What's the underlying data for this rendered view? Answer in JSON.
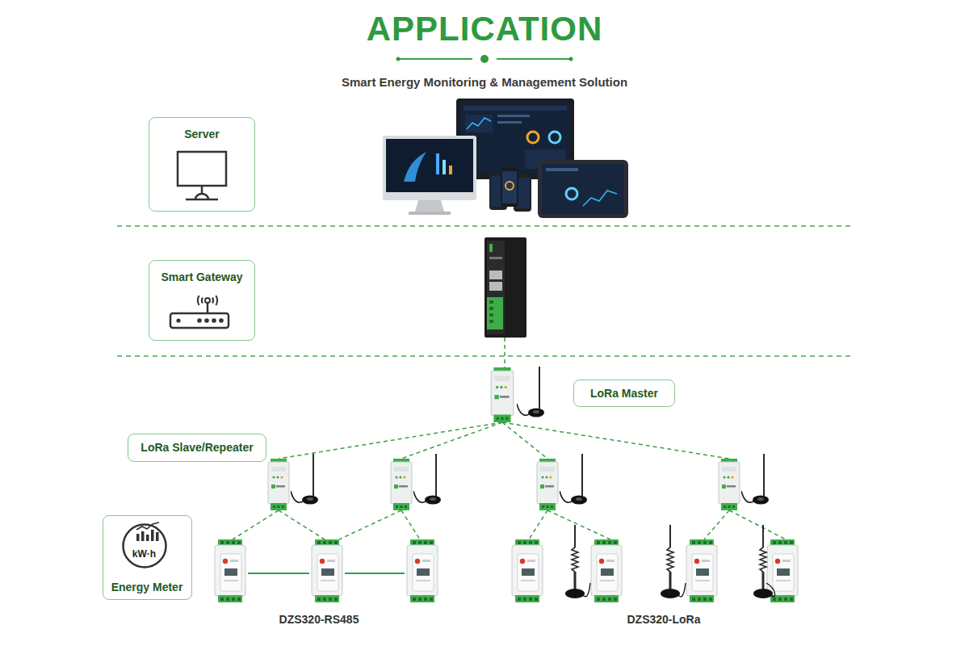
{
  "diagram": {
    "title": "APPLICATION",
    "nodes": [
      {
        "text": [
          "Server"
        ]
      },
      {
        "text": [
          "Smart Gateway"
        ]
      },
      {
        "text": [
          "LoRa Master"
        ]
      },
      {
        "text": [
          "LoRa Slave/Repeater"
        ]
      },
      {
        "text": [
          "Energy Meter"
        ]
      },
      {
        "text": [
          "kW·h"
        ],
        "in": 4
      }
    ],
    "labels": [
      "Smart Energy Monitoring & Management Solution",
      "DZS320-RS485",
      "DZS320-LoRa"
    ]
  }
}
